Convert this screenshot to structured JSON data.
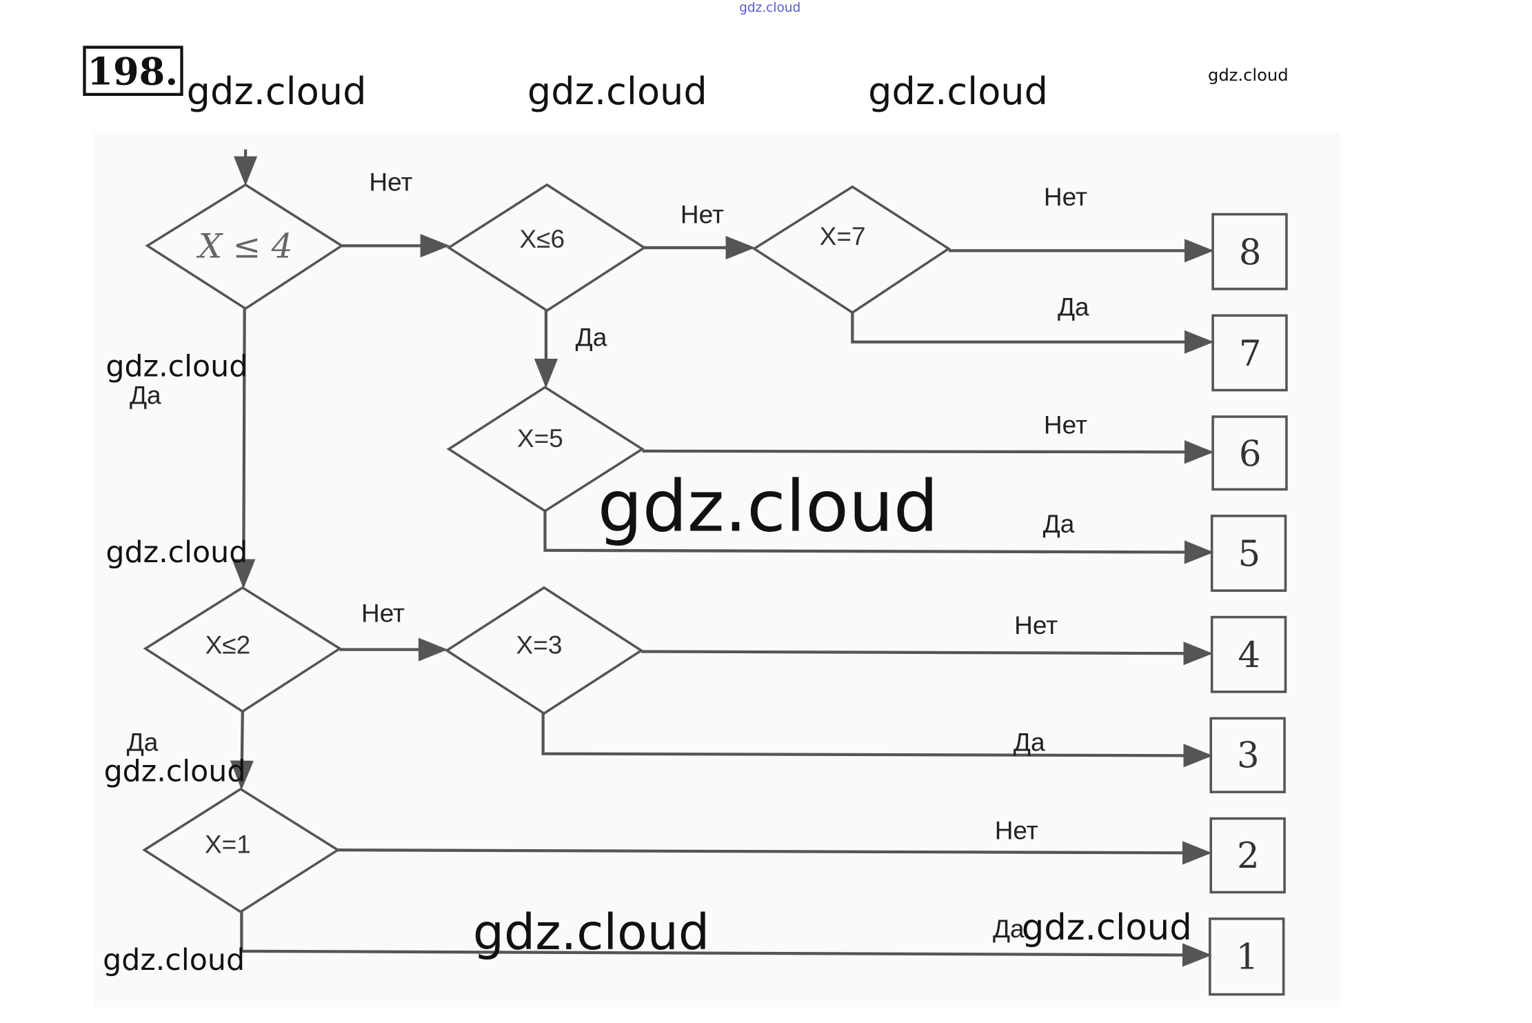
{
  "problem_number": "198.",
  "watermark": "gdz.cloud",
  "conditions": {
    "d1": "X ≤ 4",
    "d2": "X≤6",
    "d3": "X=7",
    "d4": "X=5",
    "d5": "X≤2",
    "d6": "X=3",
    "d7": "X=1"
  },
  "branch_labels": {
    "no": "Нет",
    "yes": "Да"
  },
  "outputs": [
    "8",
    "7",
    "6",
    "5",
    "4",
    "3",
    "2",
    "1"
  ],
  "colors": {
    "line": "#555555",
    "background": "#fafafa",
    "watermark_small": "#5a5ad0"
  }
}
